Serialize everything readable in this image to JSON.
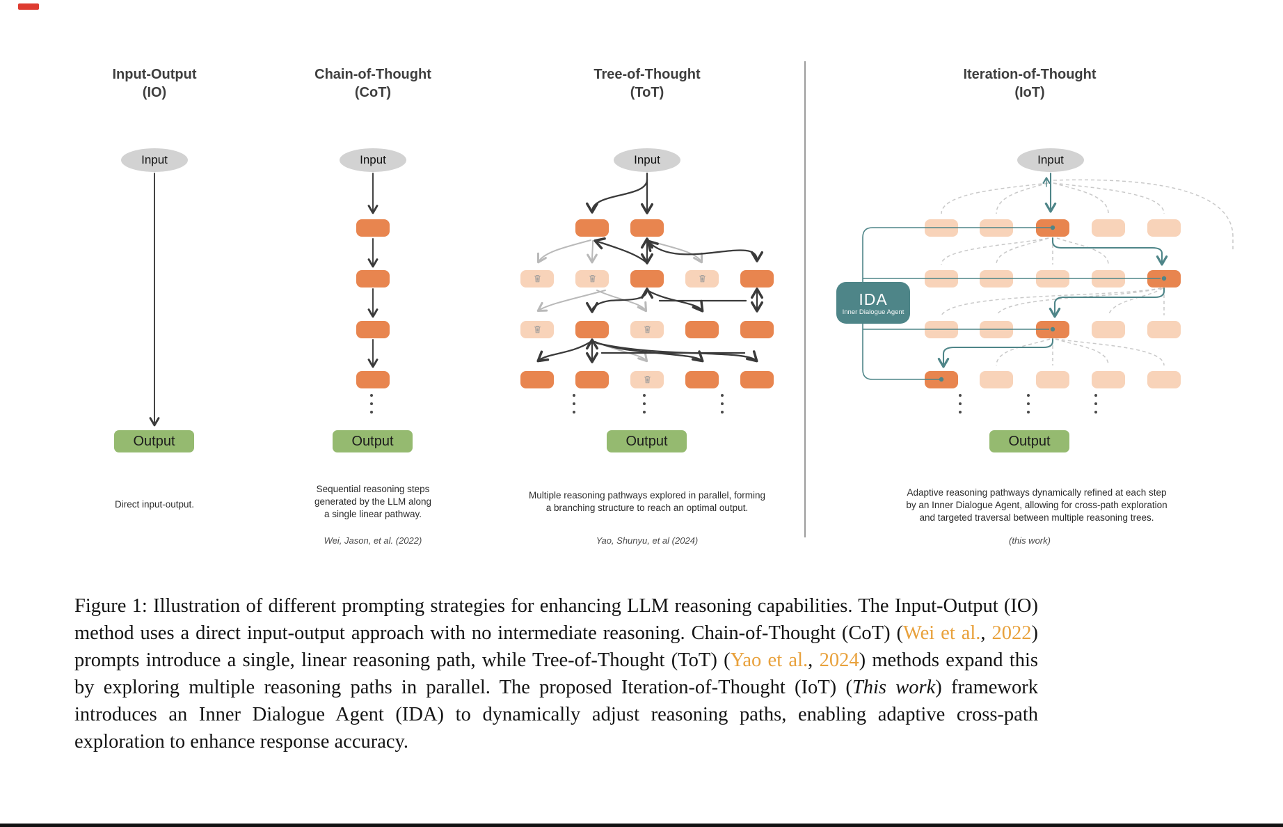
{
  "colors": {
    "node_active": "#e8854f",
    "node_inactive": "#f8d3b9",
    "output_green": "#95ba70",
    "input_gray": "#d2d2d2",
    "teal_agent": "#4e8588",
    "dark_arrow": "#3a3a3a",
    "gray_arrow": "#b9b9b9",
    "dashed_gray": "#c9c9c9",
    "citation_orange": "#e8a13c"
  },
  "panels": [
    {
      "id": "io",
      "title_line1": "Input-Output",
      "title_line2": "(IO)",
      "input_label": "Input",
      "output_label": "Output",
      "caption": [
        "Direct input-output."
      ],
      "attribution": ""
    },
    {
      "id": "cot",
      "title_line1": "Chain-of-Thought",
      "title_line2": "(CoT)",
      "input_label": "Input",
      "output_label": "Output",
      "caption": [
        "Sequential reasoning steps",
        "generated by the LLM along",
        "a single linear pathway."
      ],
      "attribution": "Wei, Jason, et al. (2022)",
      "grid": {
        "col_x": [
          536
        ],
        "row_y": [
          327,
          400,
          473,
          545
        ],
        "rows": [
          [
            "active"
          ],
          [
            "active"
          ],
          [
            "active"
          ],
          [
            "active"
          ]
        ]
      }
    },
    {
      "id": "tot",
      "title_line1": "Tree-of-Thought",
      "title_line2": "(ToT)",
      "input_label": "Input",
      "output_label": "Output",
      "caption": [
        "Multiple reasoning pathways explored in parallel, forming",
        "a branching structure to reach an optimal output."
      ],
      "attribution": "Yao, Shunyu, et al (2024)",
      "grid": {
        "col_x": [
          772,
          851,
          930,
          1009,
          1088
        ],
        "row_y": [
          327,
          400,
          473,
          545
        ],
        "rows": [
          [
            null,
            "active",
            "active",
            null,
            null
          ],
          [
            "pruned",
            "pruned",
            "active",
            "pruned",
            "active"
          ],
          [
            "pruned",
            "active",
            "pruned",
            "active",
            "active"
          ],
          [
            "active",
            "active",
            "pruned",
            "active",
            "active"
          ]
        ]
      }
    },
    {
      "id": "iot",
      "title_line1": "Iteration-of-Thought",
      "title_line2": "(IoT)",
      "input_label": "Input",
      "output_label": "Output",
      "caption": [
        "Adaptive reasoning pathways dynamically refined at each step",
        "by an Inner Dialogue Agent, allowing for cross-path exploration",
        "and targeted traversal between multiple reasoning trees."
      ],
      "attribution": "(this work)",
      "ida": {
        "label": "IDA",
        "sublabel": "Inner Dialogue Agent"
      },
      "grid": {
        "col_x": [
          1353,
          1432,
          1513,
          1593,
          1673
        ],
        "row_y": [
          327,
          400,
          473,
          545
        ],
        "rows": [
          [
            "idle",
            "idle",
            "active",
            "idle",
            "idle"
          ],
          [
            "idle",
            "idle",
            "idle",
            "idle",
            "active"
          ],
          [
            "idle",
            "idle",
            "active",
            "idle",
            "idle"
          ],
          [
            "active",
            "idle",
            "idle",
            "idle",
            "idle"
          ]
        ]
      }
    }
  ],
  "figure_caption": {
    "segments": [
      {
        "t": "Figure 1:  Illustration of different prompting strategies for enhancing LLM reasoning capabilities. The Input-Output (IO) method uses a direct input-output approach with no intermediate reasoning. Chain-of-Thought (CoT) (",
        "s": "normal"
      },
      {
        "t": "Wei et al.",
        "s": "cite"
      },
      {
        "t": ", ",
        "s": "normal"
      },
      {
        "t": "2022",
        "s": "cite"
      },
      {
        "t": ") prompts introduce a single, linear reasoning path, while Tree-of-Thought (ToT) (",
        "s": "normal"
      },
      {
        "t": "Yao et al.",
        "s": "cite"
      },
      {
        "t": ", ",
        "s": "normal"
      },
      {
        "t": "2024",
        "s": "cite"
      },
      {
        "t": ") methods expand this by exploring multiple reasoning paths in parallel.  The proposed Iteration-of-Thought (IoT) (",
        "s": "normal"
      },
      {
        "t": "This work",
        "s": "italic"
      },
      {
        "t": ") framework introduces an Inner Dialogue Agent (IDA) to dynamically adjust reasoning paths, enabling adaptive cross-path exploration to enhance response accuracy.",
        "s": "normal"
      }
    ]
  }
}
